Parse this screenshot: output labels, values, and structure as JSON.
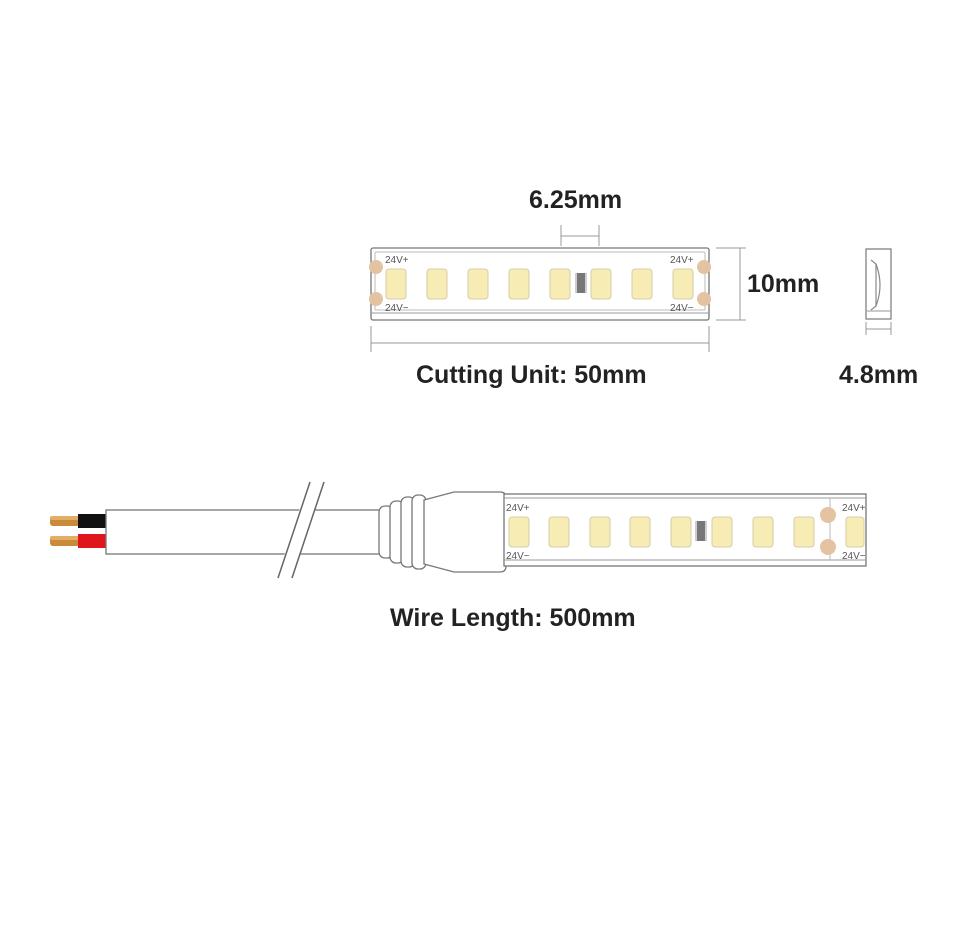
{
  "dimensions": {
    "led_pitch": "6.25mm",
    "strip_width": "10mm",
    "cutting_unit": "Cutting Unit: 50mm",
    "thickness": "4.8mm",
    "wire_length": "Wire Length: 500mm"
  },
  "strip_labels": {
    "positive": "24V+",
    "negative": "24V−"
  },
  "colors": {
    "led": "#f7ecb4",
    "led_outline": "#cfc3a0",
    "solder_pad": "#e3c3a2",
    "resistor": "#555555",
    "wire_black": "#111111",
    "wire_red": "#e0161f",
    "wire_pin": "#c98a3a",
    "outline": "#777777"
  }
}
